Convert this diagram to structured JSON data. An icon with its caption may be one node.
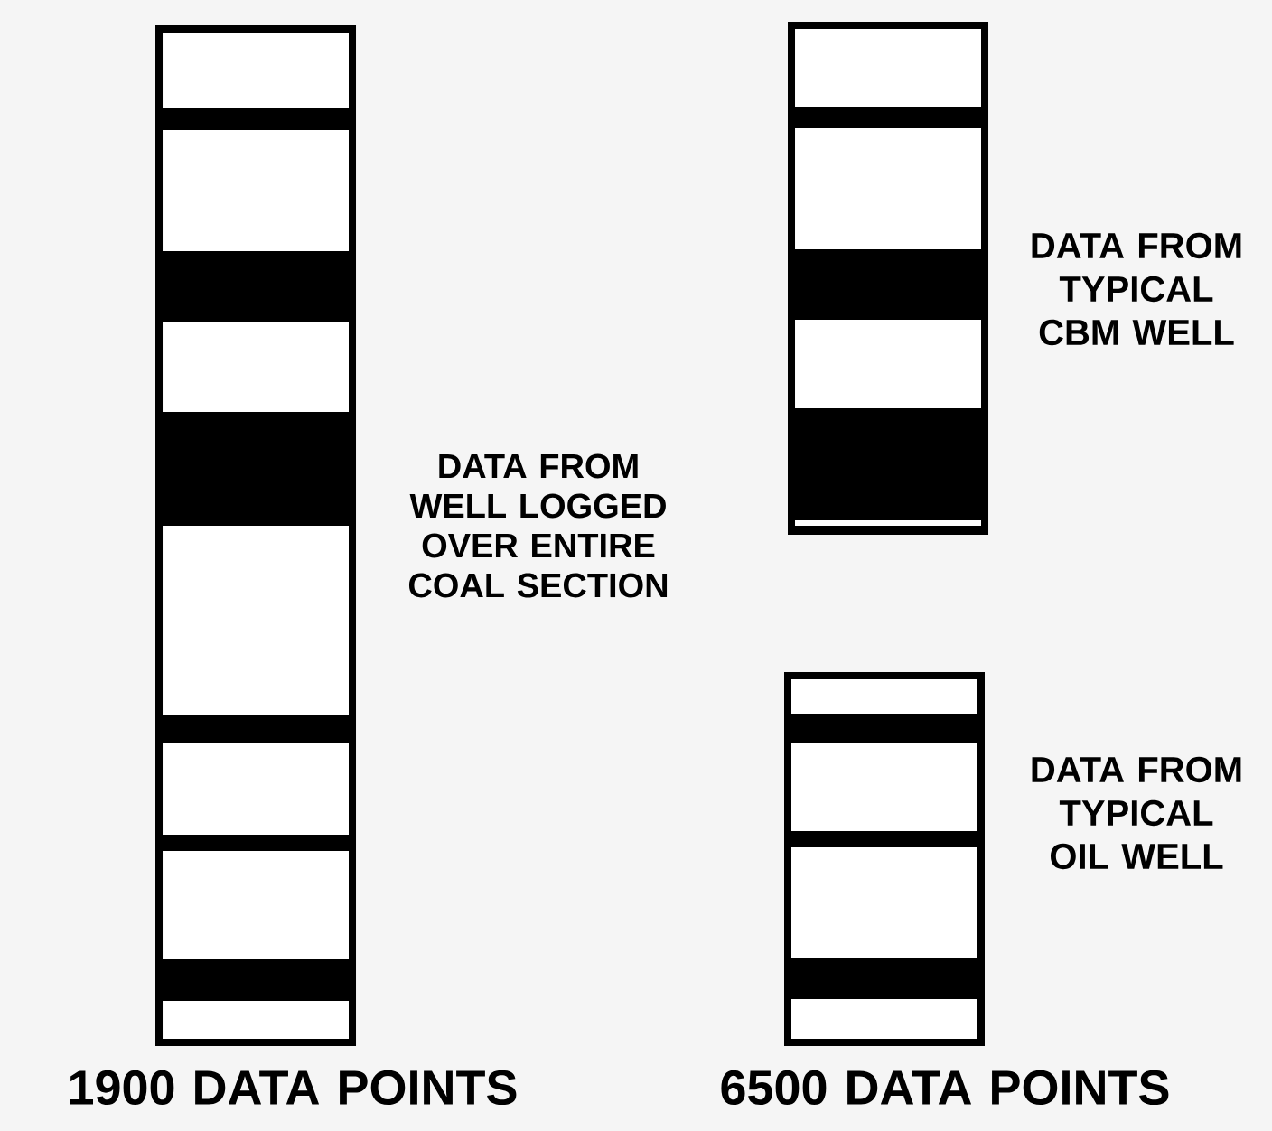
{
  "diagram": {
    "nodes": [
      {
        "text": [],
        "shape": "bar",
        "beside": [
          "DATA FROM WELL LOGGED OVER ENTIRE COAL SECTION",
          "1900 DATA POINTS"
        ]
      },
      {
        "text": [],
        "shape": "bar",
        "beside": [
          "DATA FROM TYPICAL CBM WELL"
        ]
      },
      {
        "text": [],
        "shape": "bar",
        "beside": [
          "DATA FROM TYPICAL OIL WELL",
          "6500 DATA POINTS"
        ]
      }
    ]
  }
}
